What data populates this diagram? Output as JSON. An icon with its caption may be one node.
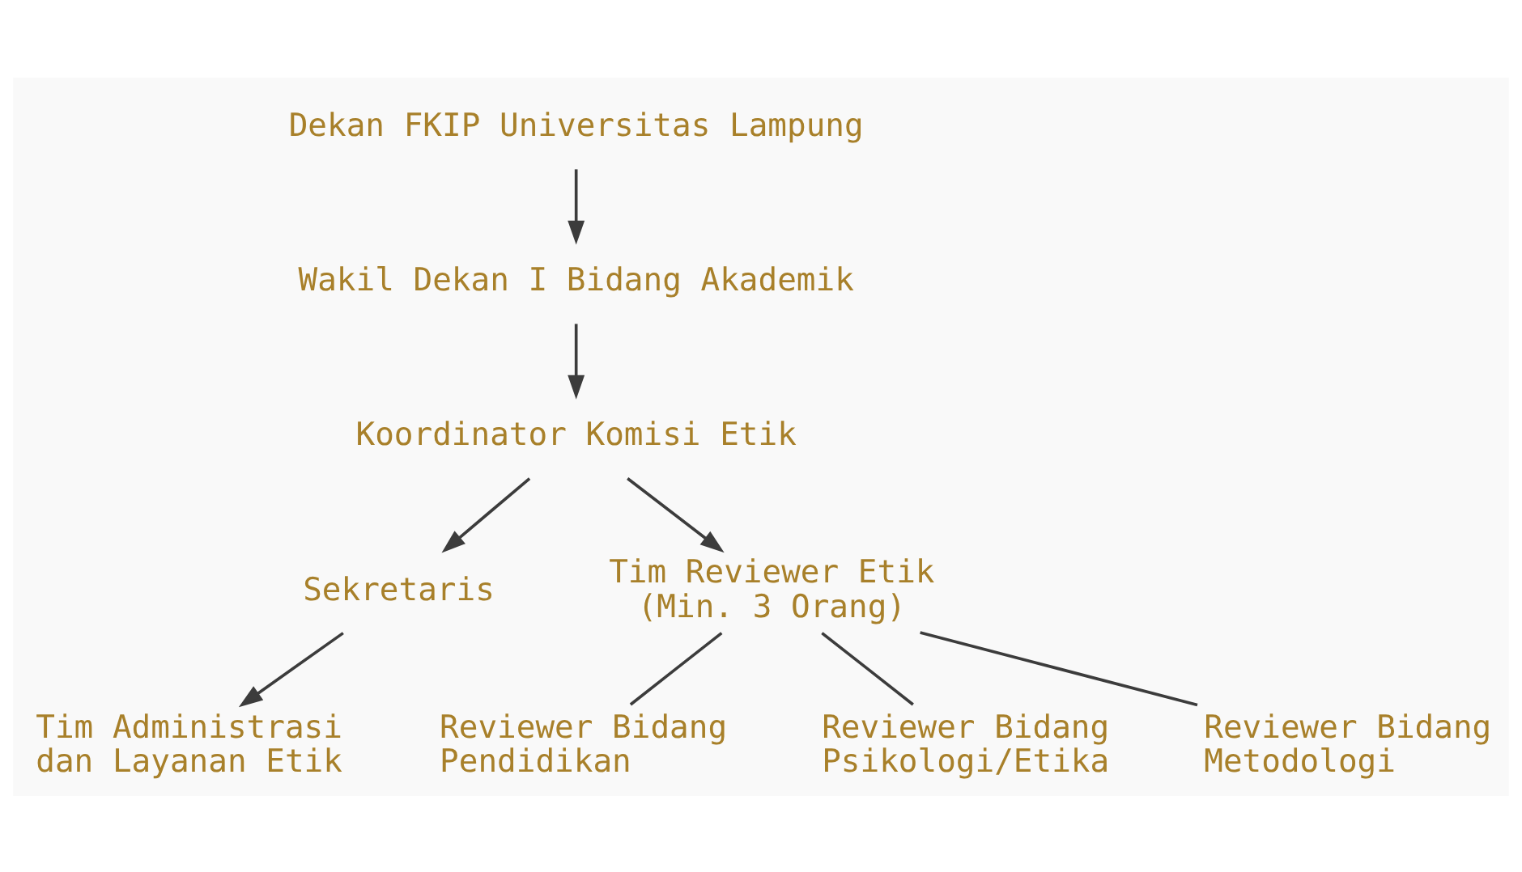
{
  "diagram": {
    "nodes": [
      {
        "text": [
          "Dekan FKIP Universitas Lampung"
        ]
      },
      {
        "text": [
          "Wakil Dekan I Bidang Akademik"
        ]
      },
      {
        "text": [
          "Koordinator Komisi Etik"
        ]
      },
      {
        "text": [
          "Sekretaris"
        ]
      },
      {
        "text": [
          "Tim Reviewer Etik",
          "(Min. 3 Orang)"
        ]
      },
      {
        "text": [
          "Tim Administrasi dan Layanan Etik"
        ]
      },
      {
        "text": [
          "Reviewer Bidang Pendidikan"
        ]
      },
      {
        "text": [
          "Reviewer Bidang Psikologi/Etika"
        ]
      },
      {
        "text": [
          "Reviewer Bidang Metodologi"
        ]
      }
    ],
    "edges": [
      {
        "from": 0,
        "to": 1,
        "arrow": "to"
      },
      {
        "from": 1,
        "to": 2,
        "arrow": "to"
      },
      {
        "from": 2,
        "to": 3,
        "arrow": "to"
      },
      {
        "from": 2,
        "to": 4,
        "arrow": "to"
      },
      {
        "from": 3,
        "to": 5,
        "arrow": "to"
      },
      {
        "from": 4,
        "to": 6,
        "arrow": "none"
      },
      {
        "from": 4,
        "to": 7,
        "arrow": "none"
      },
      {
        "from": 4,
        "to": 8,
        "arrow": "none"
      }
    ]
  }
}
